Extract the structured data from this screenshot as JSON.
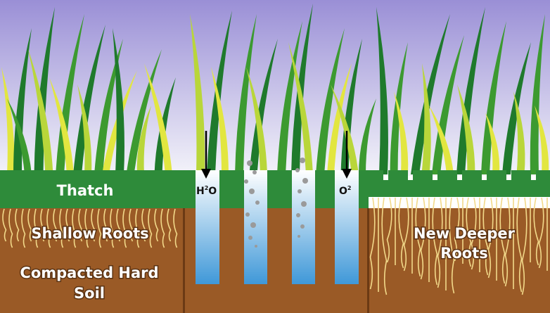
{
  "labels": {
    "thatch": "Thatch",
    "shallow_roots": "Shallow Roots",
    "compacted_soil_line1": "Compacted Hard",
    "compacted_soil_line2": "Soil",
    "new_roots_line1": "New Deeper",
    "new_roots_line2": "Roots",
    "water_main": "H",
    "water_sup": "2",
    "water_tail": "O",
    "oxygen_main": "O",
    "oxygen_sup": "2"
  },
  "colors": {
    "sky_top": "#9a8fd6",
    "sky_bottom": "#f4f4fa",
    "thatch": "#2e8b3a",
    "soil": "#9a5a26",
    "soil_edge": "#6b3a14",
    "root": "#f2d98a",
    "channel_top": "#ffffff",
    "channel_bottom": "#3f98d8",
    "grass_dark": "#1f7a2c",
    "grass_mid": "#3c9a30",
    "grass_light": "#b9d63a",
    "grass_yellow": "#e2e640",
    "pebble": "#9a9a9a"
  }
}
